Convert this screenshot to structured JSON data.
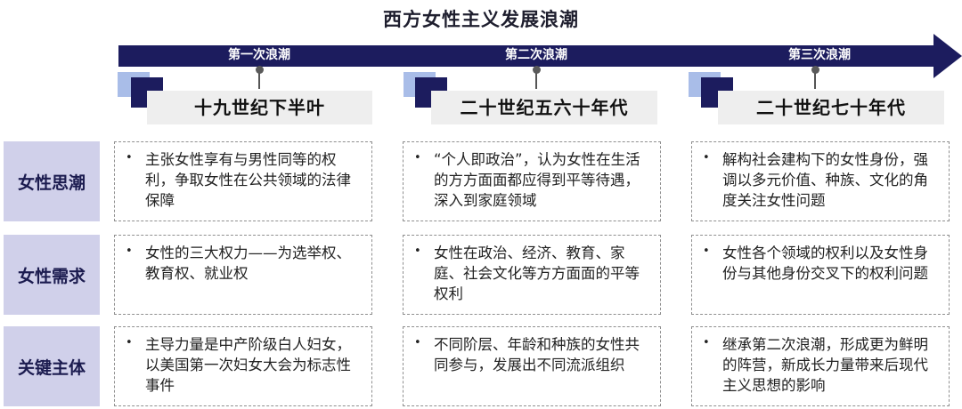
{
  "title": "西方女性主义发展浪潮",
  "waves": [
    {
      "label": "第一次浪潮",
      "era": "十九世纪下半叶"
    },
    {
      "label": "第二次浪潮",
      "era": "二十世纪五六十年代"
    },
    {
      "label": "第三次浪潮",
      "era": "二十世纪七十年代"
    }
  ],
  "rows": [
    {
      "label": "女性思潮",
      "cells": [
        "主张女性享有与男性同等的权利，争取女性在公共领域的法律保障",
        "“个人即政治”，认为女性在生活的方方面面都应得到平等待遇，深入到家庭领域",
        "解构社会建构下的女性身份，强调以多元价值、种族、文化的角度关注女性问题"
      ]
    },
    {
      "label": "女性需求",
      "cells": [
        "女性的三大权力——为选举权、教育权、就业权",
        "女性在政治、经济、教育、家庭、社会文化等方方面面的平等权利",
        "女性各个领域的权利以及女性身份与其他身份交叉下的权利问题"
      ]
    },
    {
      "label": "关键主体",
      "cells": [
        "主导力量是中产阶级白人妇女，以美国第一次妇女大会为标志性事件",
        "不同阶层、年龄和种族的女性共同参与，发展出不同流派组织",
        "继承第二次浪潮，形成更为鲜明的阵营，新成长力量带来后现代主义思想的影响"
      ]
    }
  ],
  "colors": {
    "arrow": "#1c1c5e",
    "row_label_bg": "#d0d0ea",
    "accent_light": "#a9bde8"
  }
}
